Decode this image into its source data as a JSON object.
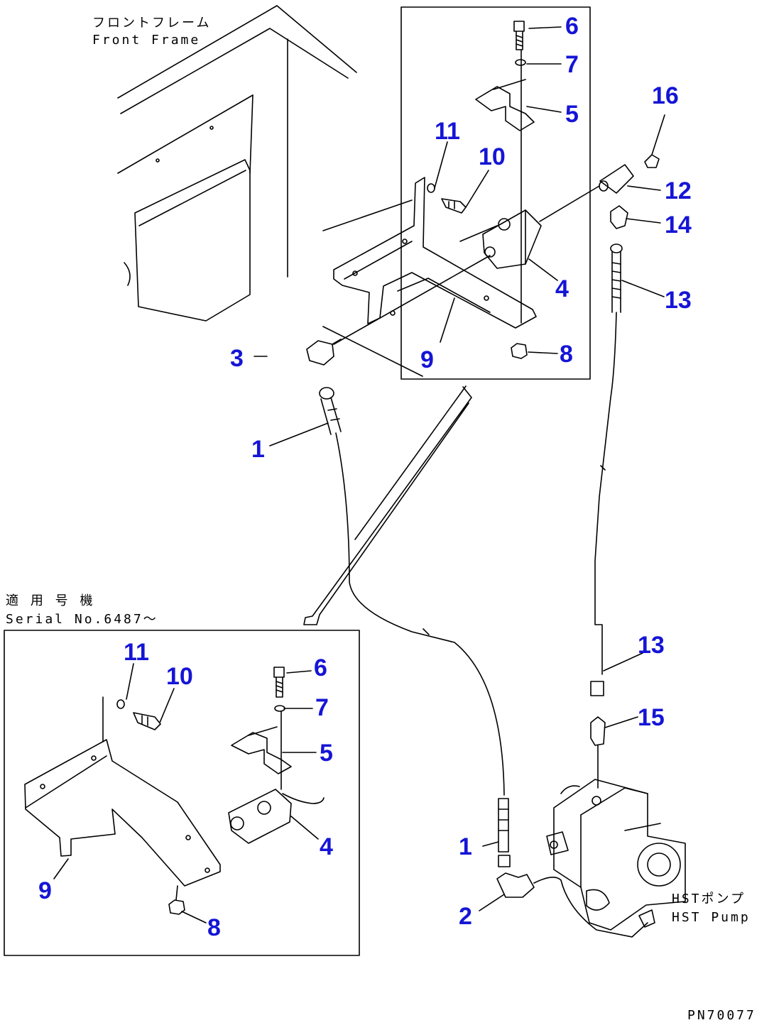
{
  "captions": {
    "front_frame_jp": "フロントフレーム",
    "front_frame_en": "Front Frame",
    "serial_jp": "適 用 号 機",
    "serial_en": "Serial No.6487～",
    "pump_jp": "HSTポンプ",
    "pump_en": "HST Pump",
    "drawing_code": "PN70077"
  },
  "callouts": {
    "main_6": "6",
    "main_7": "7",
    "main_5": "5",
    "main_11": "11",
    "main_10": "10",
    "main_16": "16",
    "main_12": "12",
    "main_14": "14",
    "main_4": "4",
    "main_13_top": "13",
    "main_3": "3",
    "main_9": "9",
    "main_8": "8",
    "main_1_top": "1",
    "main_13_bottom": "13",
    "main_15": "15",
    "main_1_bottom": "1",
    "main_2": "2",
    "detail_11": "11",
    "detail_10": "10",
    "detail_6": "6",
    "detail_7": "7",
    "detail_5": "5",
    "detail_4": "4",
    "detail_9": "9",
    "detail_8": "8"
  },
  "colors": {
    "callout": "#1515d6",
    "linework": "#000000",
    "background": "#ffffff"
  }
}
